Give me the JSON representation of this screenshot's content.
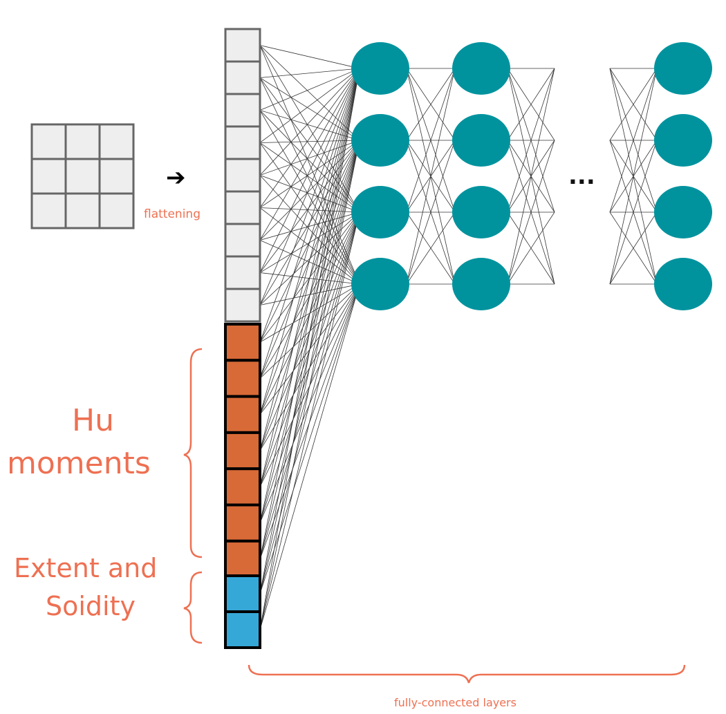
{
  "labels": {
    "flattening": "flattening",
    "hu_moments_line1": "Hu",
    "hu_moments_line2": "moments",
    "extent_line1": "Extent and",
    "extent_line2": "Soidity",
    "ellipsis": "...",
    "fully_connected": "fully-connected layers",
    "arrow": "➔"
  },
  "colors": {
    "grid_cell": "#eeeeee",
    "grid_border": "#666666",
    "neuron": "#00939e",
    "hu_cell": "#d86a37",
    "extent_cell": "#36a8d8",
    "annotation": "#ee7052",
    "edge": "#333333"
  },
  "structure": {
    "input_grid_rows": 3,
    "input_grid_cols": 3,
    "flattened_cells": 9,
    "hu_moment_cells": 7,
    "extent_solidity_cells": 2,
    "hidden_layers_shown": 3,
    "neurons_per_layer": 4
  }
}
